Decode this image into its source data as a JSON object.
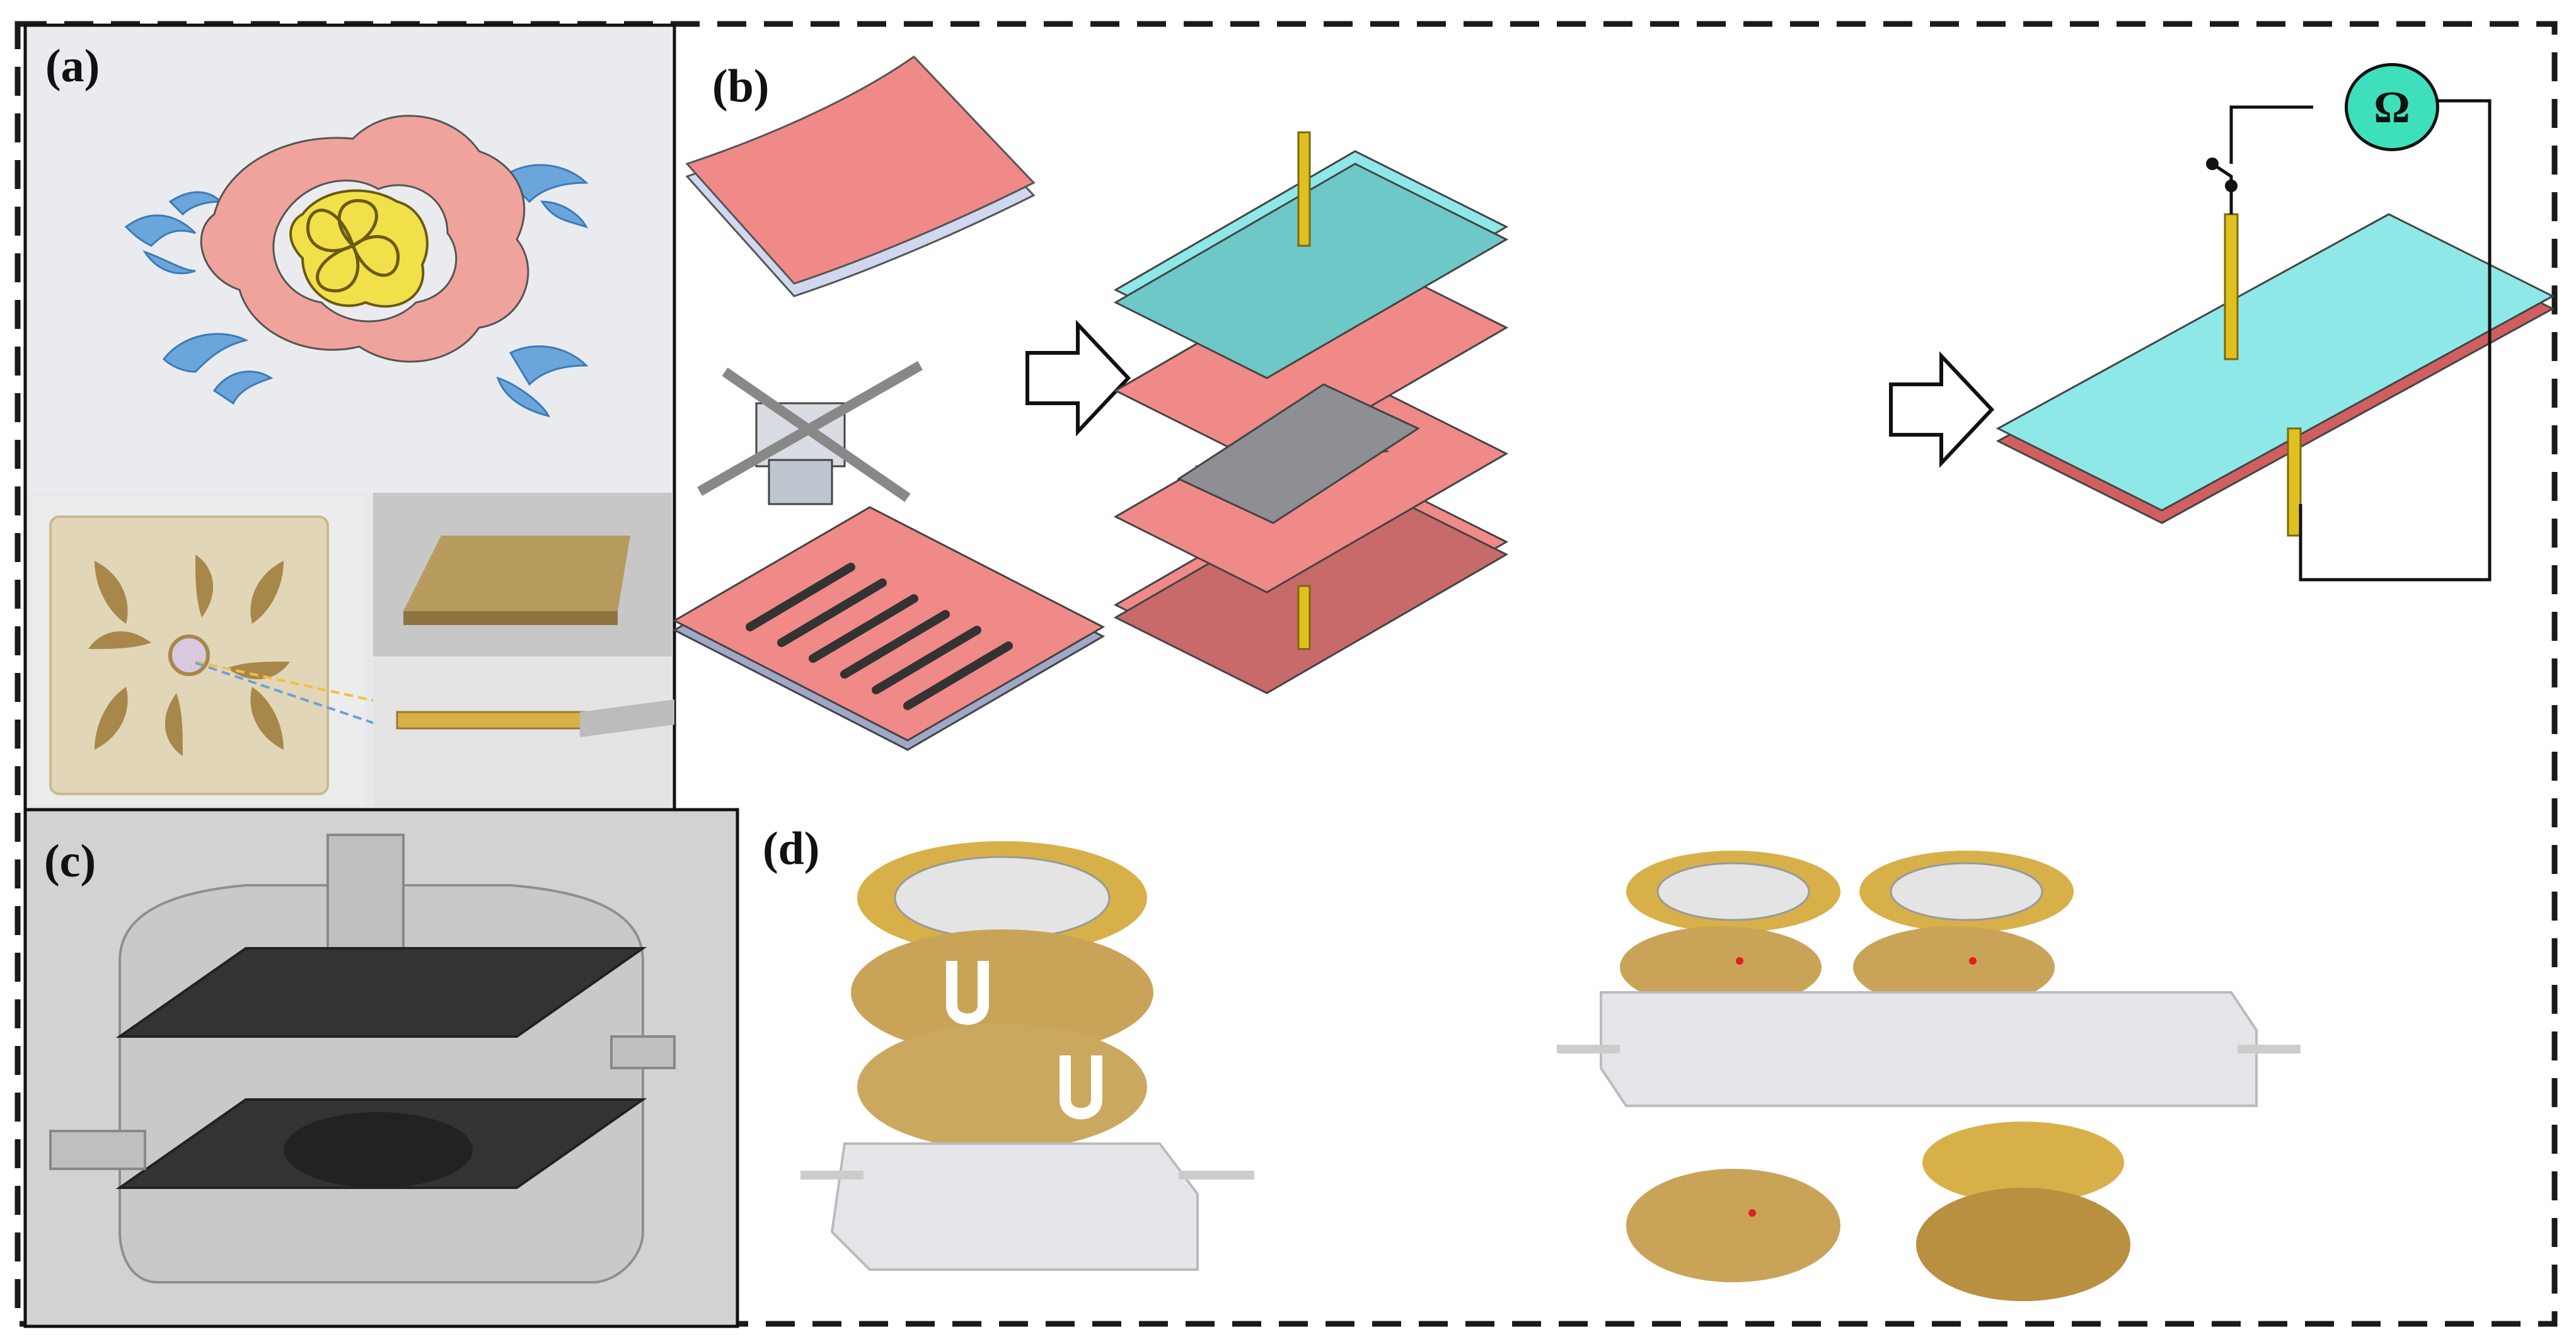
{
  "figure": {
    "panels": [
      {
        "id": "a",
        "label": "(a)"
      },
      {
        "id": "b",
        "label": "(b)"
      },
      {
        "id": "c",
        "label": "(c)"
      },
      {
        "id": "d",
        "label": "(d)"
      }
    ],
    "meter_symbol": "Ω"
  },
  "colors": {
    "pink": "#f08a88",
    "cyan": "#8fe8e8",
    "teal_meter": "#3ee0bc",
    "gold": "#d8b04a",
    "blue_leaf": "#6aa6dc",
    "frame_dash": "#1a1a1a",
    "photo_bg": "#e8e8ea",
    "panel_c_bg": "#d2d2d2"
  }
}
